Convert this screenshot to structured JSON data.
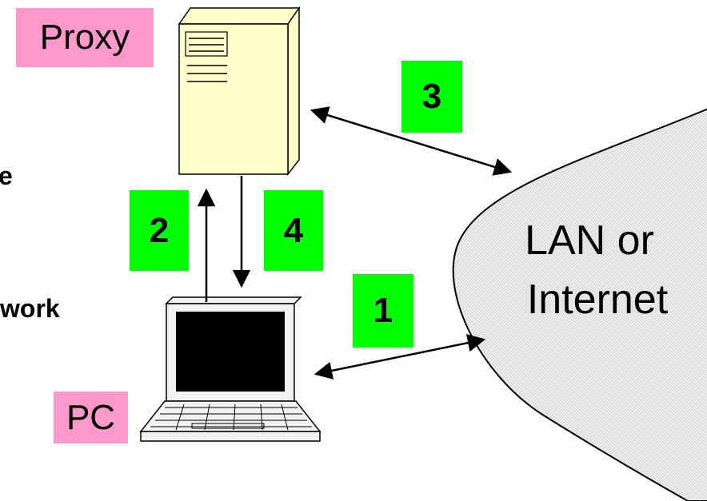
{
  "labels": {
    "proxy": "Proxy",
    "pc": "PC",
    "cloud_line1": "LAN or",
    "cloud_line2": "Internet"
  },
  "steps": [
    "1",
    "2",
    "3",
    "4"
  ],
  "clipped_text": {
    "fragment_a": "e",
    "fragment_b": "work"
  },
  "colors": {
    "label_bg": "#ff99cc",
    "step_bg": "#00ff00",
    "server_fill": "#ffffcc",
    "cloud_fill": "#e6e6e6"
  }
}
